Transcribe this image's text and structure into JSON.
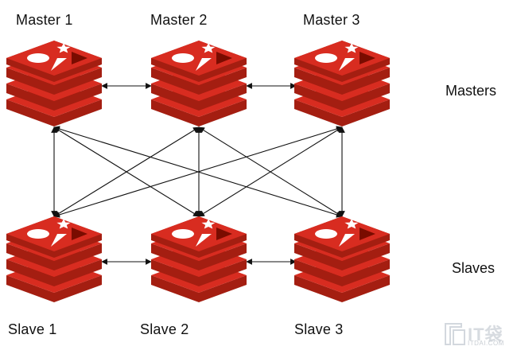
{
  "masters": [
    {
      "id": "m1",
      "label": "Master 1"
    },
    {
      "id": "m2",
      "label": "Master 2"
    },
    {
      "id": "m3",
      "label": "Master 3"
    }
  ],
  "slaves": [
    {
      "id": "s1",
      "label": "Slave 1"
    },
    {
      "id": "s2",
      "label": "Slave 2"
    },
    {
      "id": "s3",
      "label": "Slave 3"
    }
  ],
  "row_labels": {
    "masters": "Masters",
    "slaves": "Slaves"
  },
  "edges": [
    {
      "from": "m1",
      "to": "m2",
      "arrows": "both"
    },
    {
      "from": "m2",
      "to": "m3",
      "arrows": "both"
    },
    {
      "from": "s1",
      "to": "s2",
      "arrows": "both"
    },
    {
      "from": "s2",
      "to": "s3",
      "arrows": "both"
    },
    {
      "from": "m1",
      "to": "s1",
      "arrows": "both"
    },
    {
      "from": "m1",
      "to": "s2",
      "arrows": "both"
    },
    {
      "from": "m1",
      "to": "s3",
      "arrows": "both"
    },
    {
      "from": "m2",
      "to": "s1",
      "arrows": "both"
    },
    {
      "from": "m2",
      "to": "s2",
      "arrows": "both"
    },
    {
      "from": "m2",
      "to": "s3",
      "arrows": "both"
    },
    {
      "from": "m3",
      "to": "s1",
      "arrows": "both"
    },
    {
      "from": "m3",
      "to": "s2",
      "arrows": "both"
    },
    {
      "from": "m3",
      "to": "s3",
      "arrows": "both"
    }
  ],
  "icon": "redis-logo-icon",
  "colors": {
    "logo_top": "#d82c20",
    "logo_side": "#a41e11",
    "logo_band": "#7a0c00",
    "logo_glyph": "#ffffff",
    "logo_shadow": "#7a0c00",
    "edge": "#111111"
  },
  "watermark": {
    "brand": "IT袋",
    "domain": "ITDAI.COM"
  }
}
